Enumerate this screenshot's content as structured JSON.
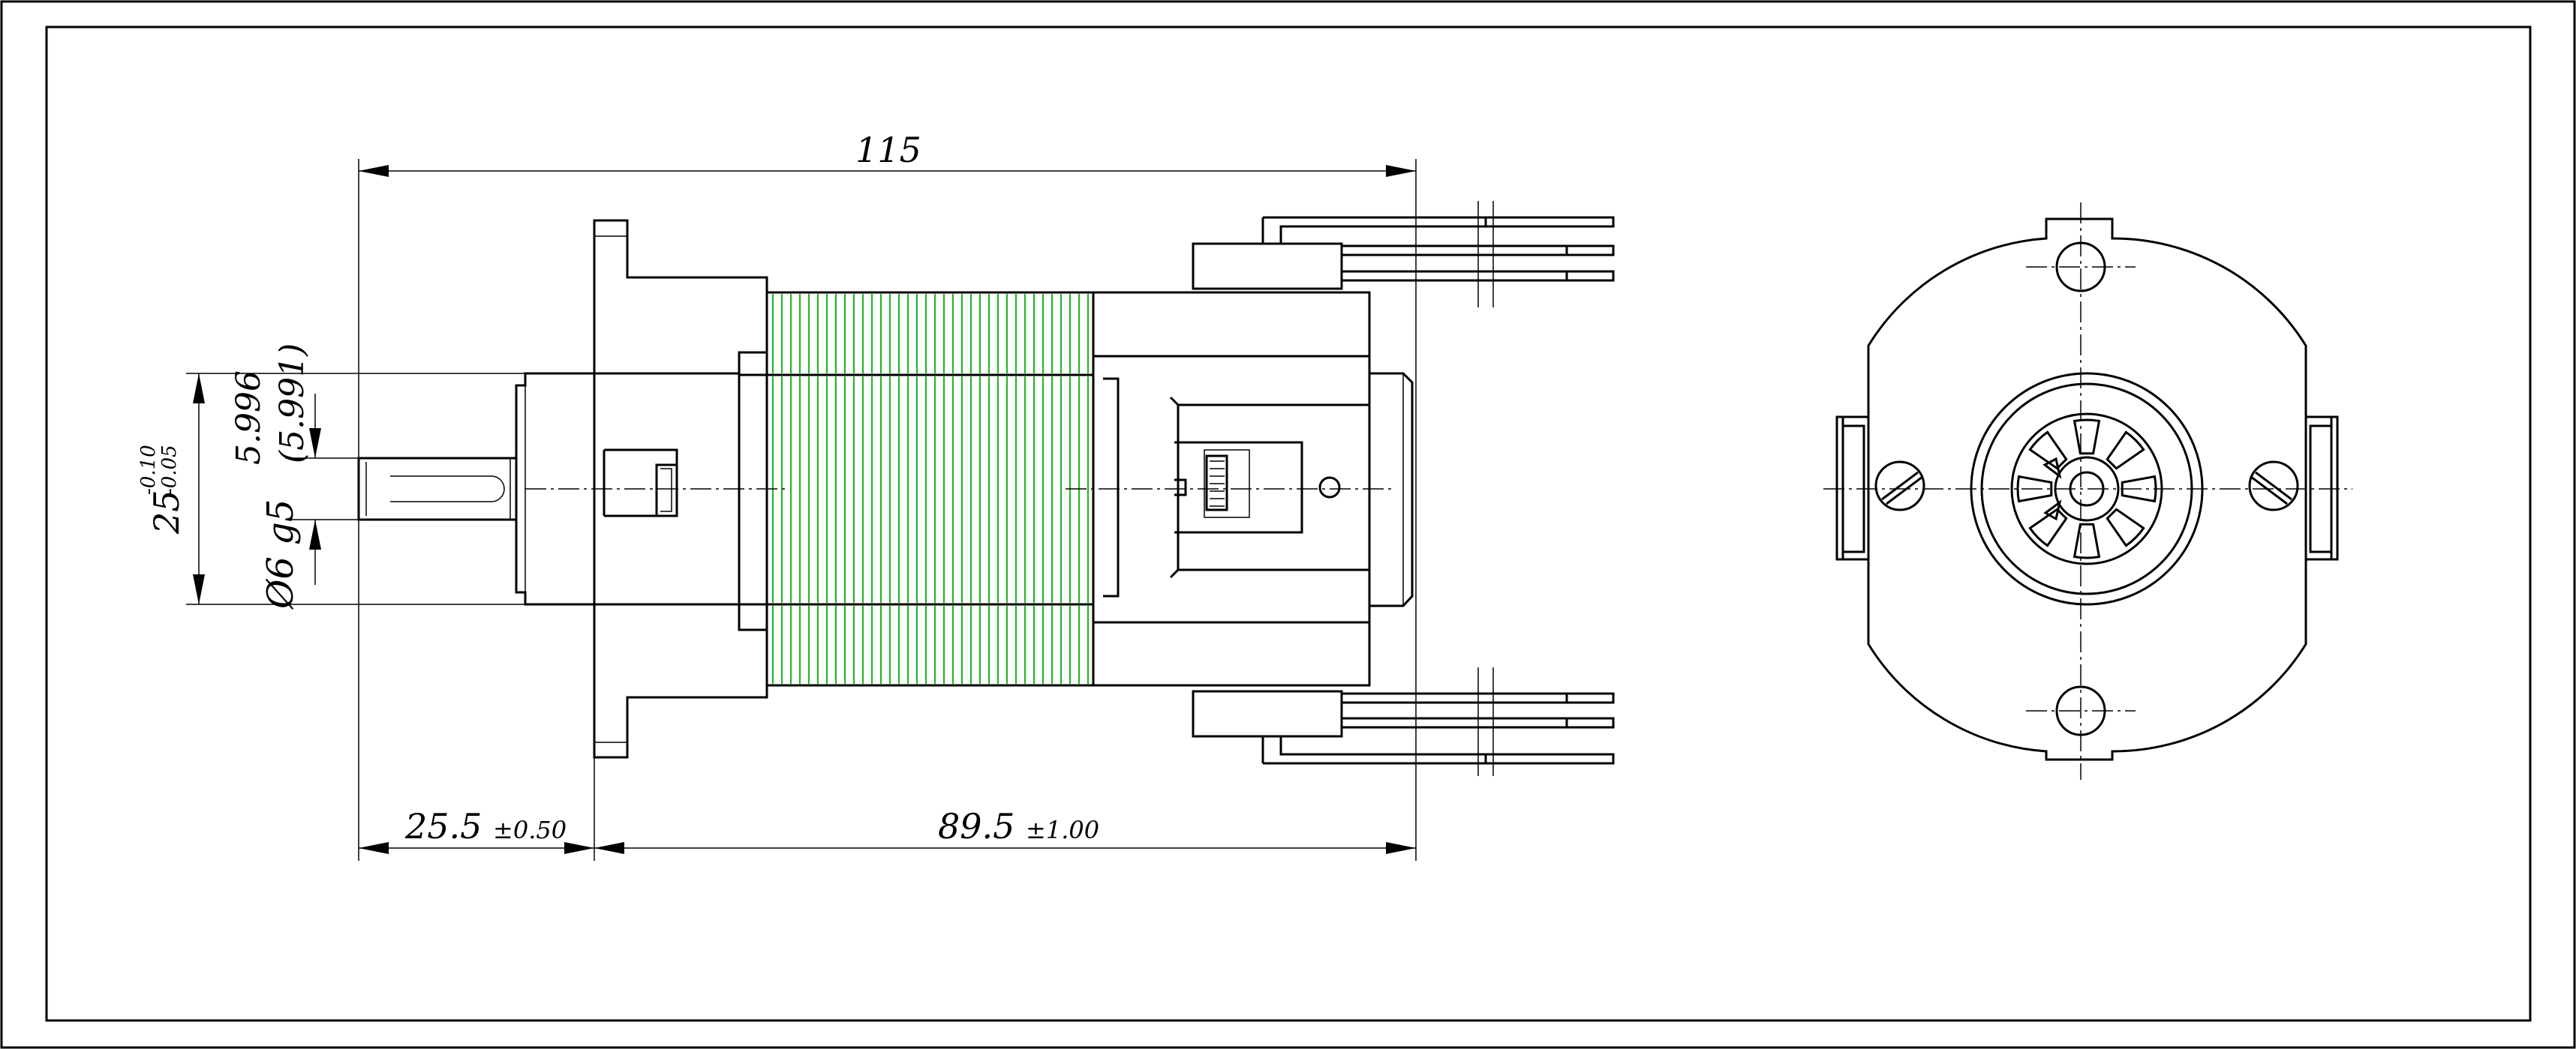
{
  "drawing": {
    "dimensions": {
      "overall_length": "115",
      "shaft_length": "25.5",
      "shaft_length_tol": "±0.50",
      "body_length": "89.5",
      "body_length_tol": "±1.00",
      "boss_diameter": "25",
      "boss_tol_upper": "-0.10",
      "boss_tol_lower": "-0.05",
      "shaft_spec": "Ø6 g5",
      "shaft_range_upper": "5.996",
      "shaft_range_lower": "(5.991)"
    },
    "colors": {
      "line": "#000000",
      "coil": "#18b818",
      "background": "#ffffff"
    }
  }
}
